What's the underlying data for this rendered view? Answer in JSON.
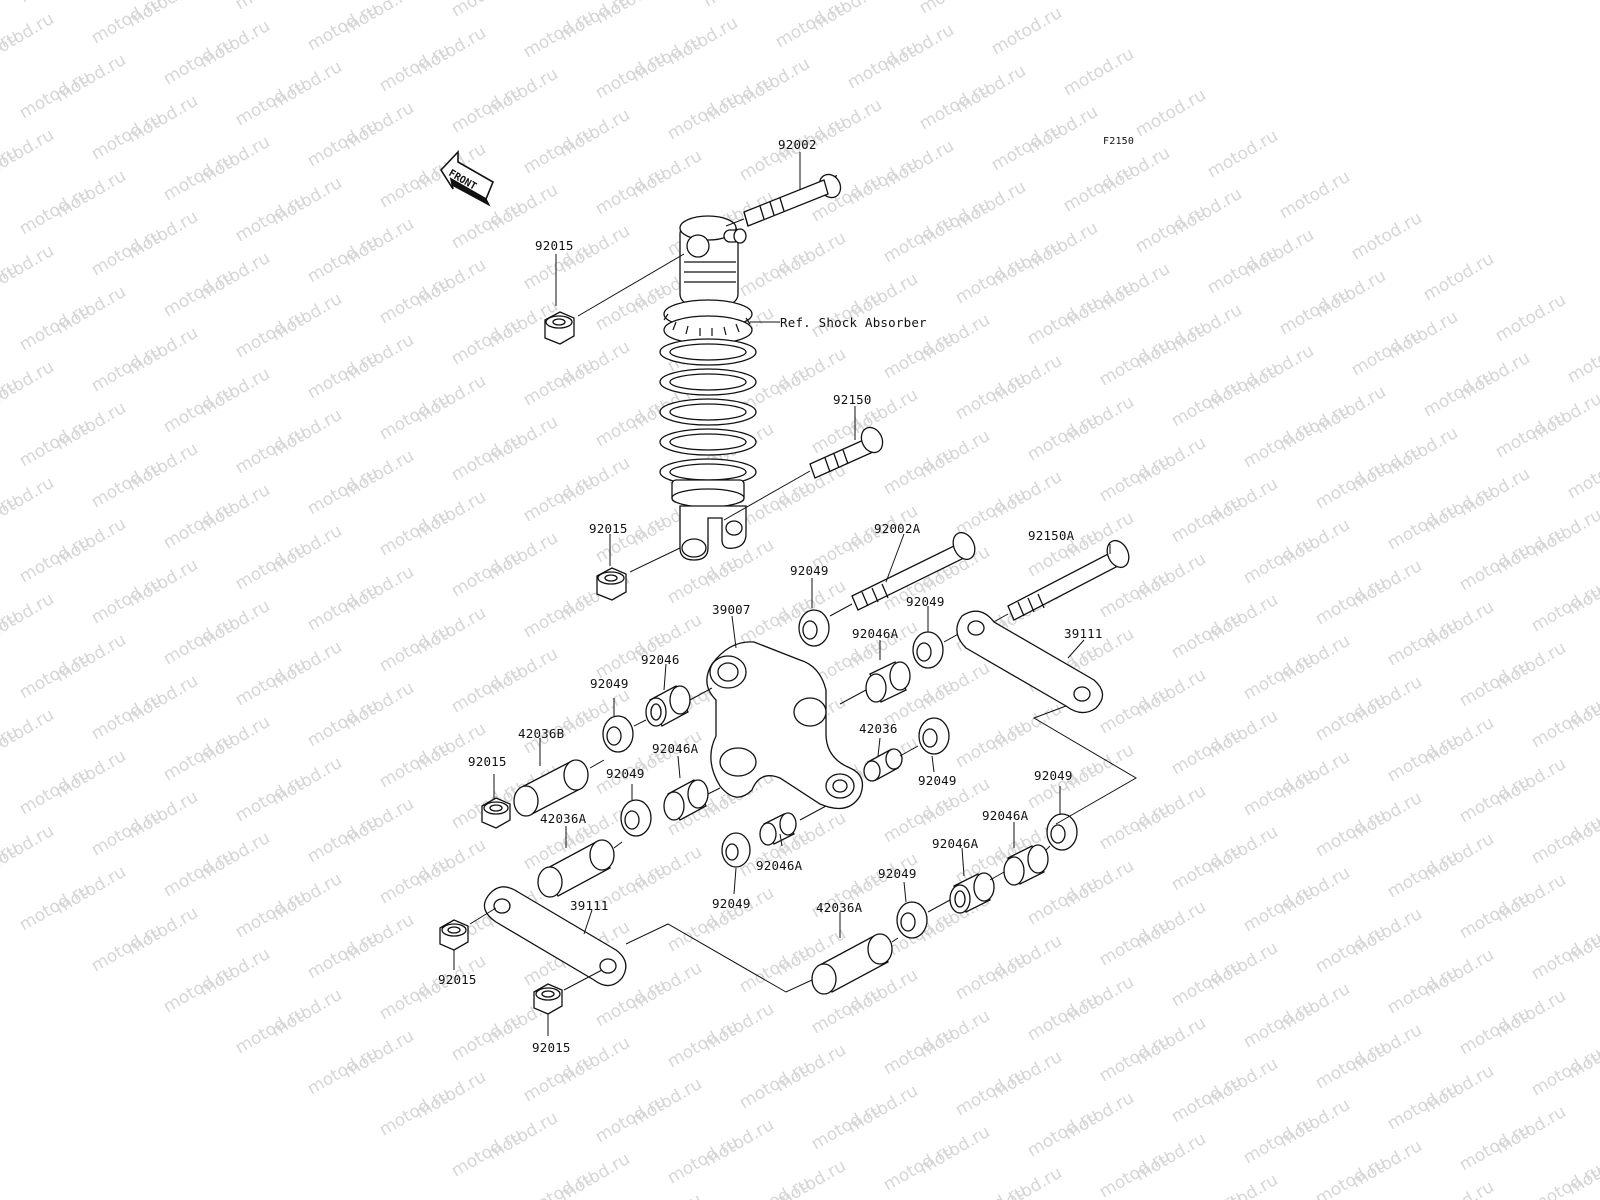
{
  "figure_code": "F2150",
  "front_arrow_label": "FRONT",
  "watermark_text": "motod.ru",
  "reference_note": "Ref. Shock Absorber",
  "parts": [
    {
      "id": "p1",
      "number": "92002"
    },
    {
      "id": "p2",
      "number": "92015"
    },
    {
      "id": "p3",
      "number": "92150"
    },
    {
      "id": "p4",
      "number": "92015"
    },
    {
      "id": "p5",
      "number": "92002A"
    },
    {
      "id": "p6",
      "number": "92150A"
    },
    {
      "id": "p7",
      "number": "92049"
    },
    {
      "id": "p8",
      "number": "39007"
    },
    {
      "id": "p9",
      "number": "92049"
    },
    {
      "id": "p10",
      "number": "92046A"
    },
    {
      "id": "p11",
      "number": "39111"
    },
    {
      "id": "p12",
      "number": "92046"
    },
    {
      "id": "p13",
      "number": "92049"
    },
    {
      "id": "p14",
      "number": "42036B"
    },
    {
      "id": "p15",
      "number": "92015"
    },
    {
      "id": "p16",
      "number": "92046A"
    },
    {
      "id": "p17",
      "number": "92049"
    },
    {
      "id": "p18",
      "number": "42036"
    },
    {
      "id": "p19",
      "number": "92049"
    },
    {
      "id": "p20",
      "number": "42036A"
    },
    {
      "id": "p21",
      "number": "92049"
    },
    {
      "id": "p22",
      "number": "92046A"
    },
    {
      "id": "p23",
      "number": "92046A"
    },
    {
      "id": "p24",
      "number": "92049"
    },
    {
      "id": "p25",
      "number": "92049"
    },
    {
      "id": "p26",
      "number": "39111"
    },
    {
      "id": "p27",
      "number": "42036A"
    },
    {
      "id": "p28",
      "number": "92046A"
    },
    {
      "id": "p29",
      "number": "92049"
    },
    {
      "id": "p30",
      "number": "92015"
    },
    {
      "id": "p31",
      "number": "92015"
    }
  ]
}
